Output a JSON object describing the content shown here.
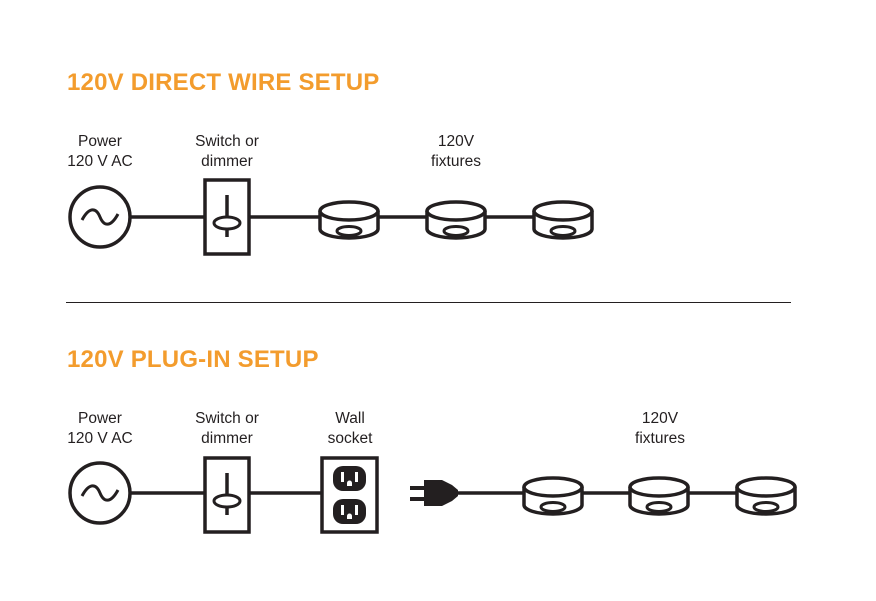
{
  "colors": {
    "heading": "#F39C2D",
    "line": "#231F20"
  },
  "direct_wire": {
    "title": "120V DIRECT WIRE SETUP",
    "power_label": [
      "Power",
      "120 V AC"
    ],
    "switch_label": [
      "Switch or",
      "dimmer"
    ],
    "fixtures_label": [
      "120V",
      "fixtures"
    ]
  },
  "plug_in": {
    "title": "120V PLUG-IN SETUP",
    "power_label": [
      "Power",
      "120 V AC"
    ],
    "switch_label": [
      "Switch or",
      "dimmer"
    ],
    "socket_label": [
      "Wall",
      "socket"
    ],
    "fixtures_label": [
      "120V",
      "fixtures"
    ]
  },
  "icons": [
    "ac-power-icon",
    "switch-icon",
    "fixture-icon",
    "wall-socket-icon",
    "plug-icon"
  ]
}
